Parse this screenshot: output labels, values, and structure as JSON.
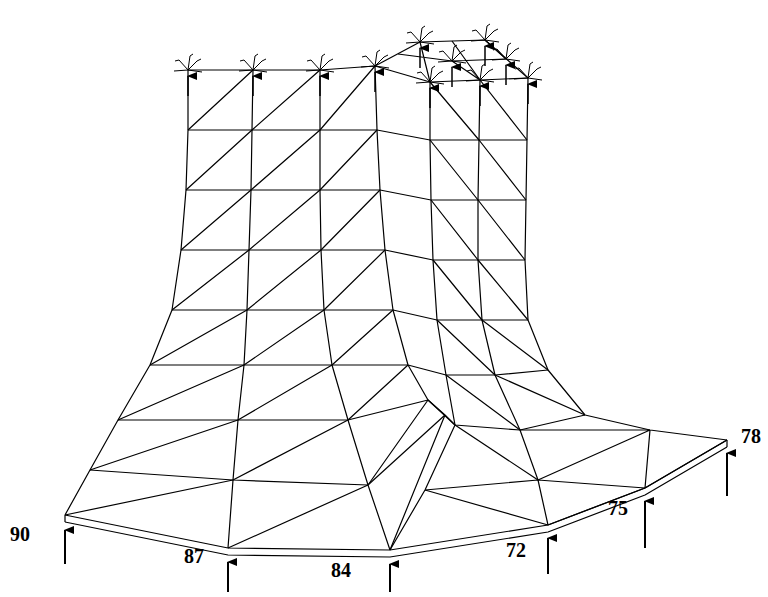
{
  "diagram": {
    "labels": [
      "90",
      "87",
      "84",
      "72",
      "75",
      "78"
    ]
  }
}
